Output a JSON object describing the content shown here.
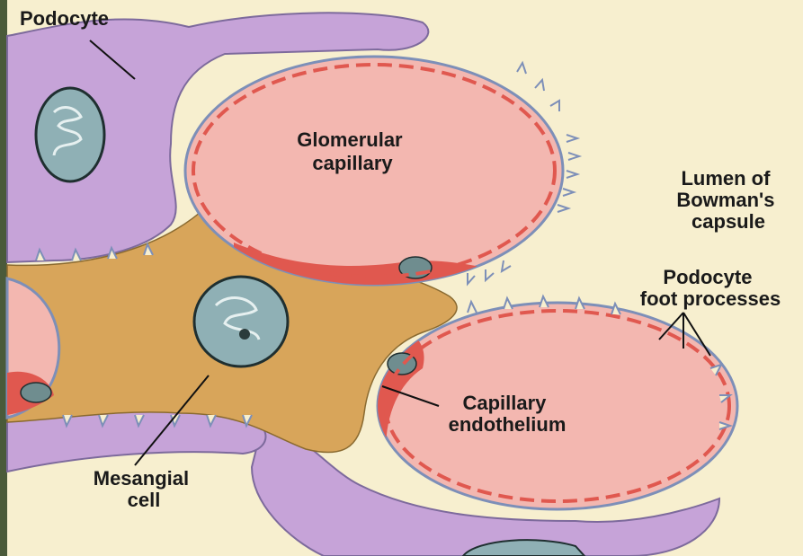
{
  "labels": {
    "podocyte": "Podocyte",
    "glomerular_capillary": [
      "Glomerular",
      "capillary"
    ],
    "lumen": [
      "Lumen of",
      "Bowman's",
      "capsule"
    ],
    "foot_processes": [
      "Podocyte",
      "foot processes"
    ],
    "capillary_endothelium": [
      "Capillary",
      "endothelium"
    ],
    "mesangial_cell": [
      "Mesangial",
      "cell"
    ]
  },
  "colors": {
    "background": "#f7efcf",
    "podocyte": "#c6a3d8",
    "capillary_lumen": "#f3b7b0",
    "mesangial": "#d8a55a",
    "endothelium": "#e0584f",
    "nucleus": "#8fb0b5",
    "membrane": "#7d8fb8"
  }
}
